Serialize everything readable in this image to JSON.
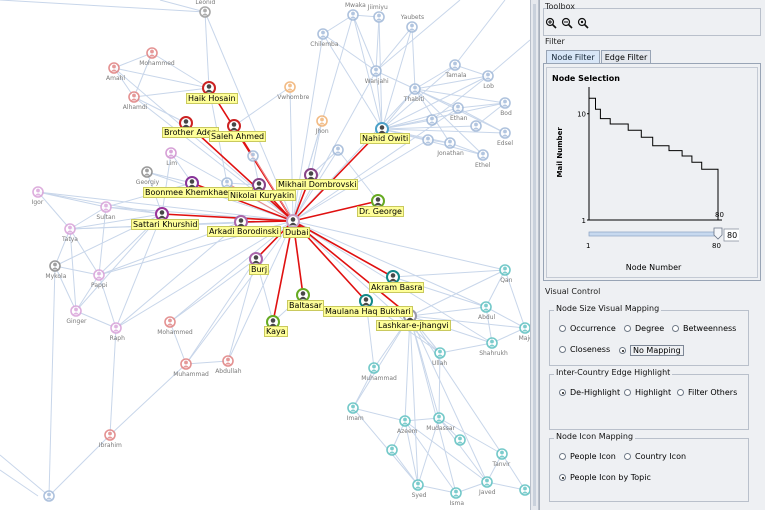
{
  "toolbox": {
    "title": "Toolbox",
    "icons": [
      "zoom-in-icon",
      "zoom-out-icon",
      "zoom-fit-icon"
    ]
  },
  "filter": {
    "title": "Filter",
    "tabs": [
      {
        "label": "Node Filter",
        "active": true
      },
      {
        "label": "Edge Filter",
        "active": false
      }
    ]
  },
  "chart_data": {
    "type": "line",
    "title": "Node Selection",
    "xlabel": "Node Number",
    "ylabel": "Mail Number",
    "yscale": "log",
    "ylim": [
      1,
      15
    ],
    "xlim": [
      1,
      80
    ],
    "y_tick_labels": [
      "10",
      "1"
    ],
    "x_tick_labels": [
      "1",
      "80"
    ],
    "x_top_label": "80",
    "series": [
      {
        "x": [
          1,
          5,
          5,
          8,
          8,
          14,
          14,
          25,
          25,
          33,
          33,
          40,
          40,
          50,
          50,
          58,
          58,
          64,
          64,
          70,
          70,
          80,
          80
        ],
        "y": [
          14,
          14,
          11,
          11,
          9,
          9,
          8,
          8,
          7,
          7,
          6,
          6,
          5,
          5,
          4.5,
          4.5,
          4,
          4,
          3.5,
          3.5,
          3,
          3,
          1
        ]
      }
    ],
    "slider": {
      "min": 1,
      "max": 80,
      "value": 80,
      "box_value": "80"
    }
  },
  "visual_control": {
    "title": "Visual Control"
  },
  "node_size_mapping": {
    "title": "Node Size Visual Mapping",
    "options": [
      {
        "label": "Occurrence",
        "selected": false
      },
      {
        "label": "Degree",
        "selected": false
      },
      {
        "label": "Betweenness",
        "selected": false
      },
      {
        "label": "Closeness",
        "selected": false
      },
      {
        "label": "No Mapping",
        "selected": true
      }
    ]
  },
  "edge_highlight": {
    "title": "Inter-Country Edge Highlight",
    "options": [
      {
        "label": "De-Highlight",
        "selected": true
      },
      {
        "label": "Highlight",
        "selected": false
      },
      {
        "label": "Filter Others",
        "selected": false
      }
    ]
  },
  "icon_mapping": {
    "title": "Node Icon Mapping",
    "options": [
      {
        "label": "People Icon",
        "selected": false
      },
      {
        "label": "Country Icon",
        "selected": false
      },
      {
        "label": "People Icon by Topic",
        "selected": true
      }
    ]
  },
  "colors": {
    "highlight_edge": "#e01010",
    "edge": "#c8d6ea",
    "label_bg": "#ffff99",
    "panel_bg": "#eef0f3",
    "tab_active": "#d8e6f7"
  },
  "graph": {
    "highlighted_labels": [
      {
        "id": "haik",
        "text": "Haik Hosain"
      },
      {
        "id": "brother",
        "text": "Brother Aden"
      },
      {
        "id": "saleh",
        "text": "Saleh Ahmed"
      },
      {
        "id": "nahid",
        "text": "Nahid Owiti"
      },
      {
        "id": "mikhail",
        "text": "Mikhail Dombrovski"
      },
      {
        "id": "boonmee",
        "text": "Boonmee Khemkhaengare"
      },
      {
        "id": "nikolai",
        "text": "Nikolai Kuryakin"
      },
      {
        "id": "drgeorge",
        "text": "Dr. George"
      },
      {
        "id": "sattari",
        "text": "Sattari Khurshid"
      },
      {
        "id": "arkadi",
        "text": "Arkadi Borodinski"
      },
      {
        "id": "dubai",
        "text": "Dubai"
      },
      {
        "id": "burj",
        "text": "Burj"
      },
      {
        "id": "akram",
        "text": "Akram Basra"
      },
      {
        "id": "baltasar",
        "text": "Baltasar"
      },
      {
        "id": "maulana",
        "text": "Maulana Haq Bukhari"
      },
      {
        "id": "lashkar",
        "text": "Lashkar-e-jhangvi"
      },
      {
        "id": "kaya",
        "text": "Kaya"
      }
    ],
    "gray_labels": [
      {
        "id": "leonid",
        "text": "Leonid"
      },
      {
        "id": "mwaka",
        "text": "Mwaka"
      },
      {
        "id": "jiimiyu",
        "text": "Jiimiyu"
      },
      {
        "id": "chilemba",
        "text": "Chilemba"
      },
      {
        "id": "yaubets",
        "text": "Yaubets"
      },
      {
        "id": "mohammed1",
        "text": "Mohammed"
      },
      {
        "id": "amahl",
        "text": "Amahl"
      },
      {
        "id": "alhamdi",
        "text": "Alhamdi"
      },
      {
        "id": "vwhombre",
        "text": "Vwhombre"
      },
      {
        "id": "wanjahi",
        "text": "Wanjahi"
      },
      {
        "id": "tamala",
        "text": "Tamala"
      },
      {
        "id": "lob",
        "text": "Lob"
      },
      {
        "id": "thabiti",
        "text": "Thabiti"
      },
      {
        "id": "bod",
        "text": "Bod"
      },
      {
        "id": "jhon",
        "text": "Jhon"
      },
      {
        "id": "ethan",
        "text": "Ethan"
      },
      {
        "id": "edsel",
        "text": "Edsel"
      },
      {
        "id": "jonathan",
        "text": "Jonathan"
      },
      {
        "id": "ethel",
        "text": "Ethel"
      },
      {
        "id": "lim",
        "text": "Lim"
      },
      {
        "id": "georgiy",
        "text": "Georgiy"
      },
      {
        "id": "igor",
        "text": "Igor"
      },
      {
        "id": "sultan",
        "text": "Sultan"
      },
      {
        "id": "tatya",
        "text": "Tatya"
      },
      {
        "id": "mykola",
        "text": "Mykola"
      },
      {
        "id": "pappi",
        "text": "Pappi"
      },
      {
        "id": "ginger",
        "text": "Ginger"
      },
      {
        "id": "raph",
        "text": "Raph"
      },
      {
        "id": "mohammed2",
        "text": "Mohammed"
      },
      {
        "id": "muhammad1",
        "text": "Muhammad"
      },
      {
        "id": "abdullah",
        "text": "Abdullah"
      },
      {
        "id": "ibrahim",
        "text": "Ibrahim"
      },
      {
        "id": "qan",
        "text": "Qan"
      },
      {
        "id": "abdul",
        "text": "Abdul"
      },
      {
        "id": "majo",
        "text": "Majo"
      },
      {
        "id": "shahrukh",
        "text": "Shahrukh"
      },
      {
        "id": "ullah",
        "text": "Ullah"
      },
      {
        "id": "muhammad2",
        "text": "Muhammad"
      },
      {
        "id": "imam",
        "text": "Imam"
      },
      {
        "id": "azeem",
        "text": "Azeem"
      },
      {
        "id": "mudassar",
        "text": "Mudassar"
      },
      {
        "id": "tanvir",
        "text": "Tanvir"
      },
      {
        "id": "syed",
        "text": "Syed"
      },
      {
        "id": "javed",
        "text": "Javed"
      },
      {
        "id": "isma",
        "text": "Isma"
      }
    ]
  }
}
